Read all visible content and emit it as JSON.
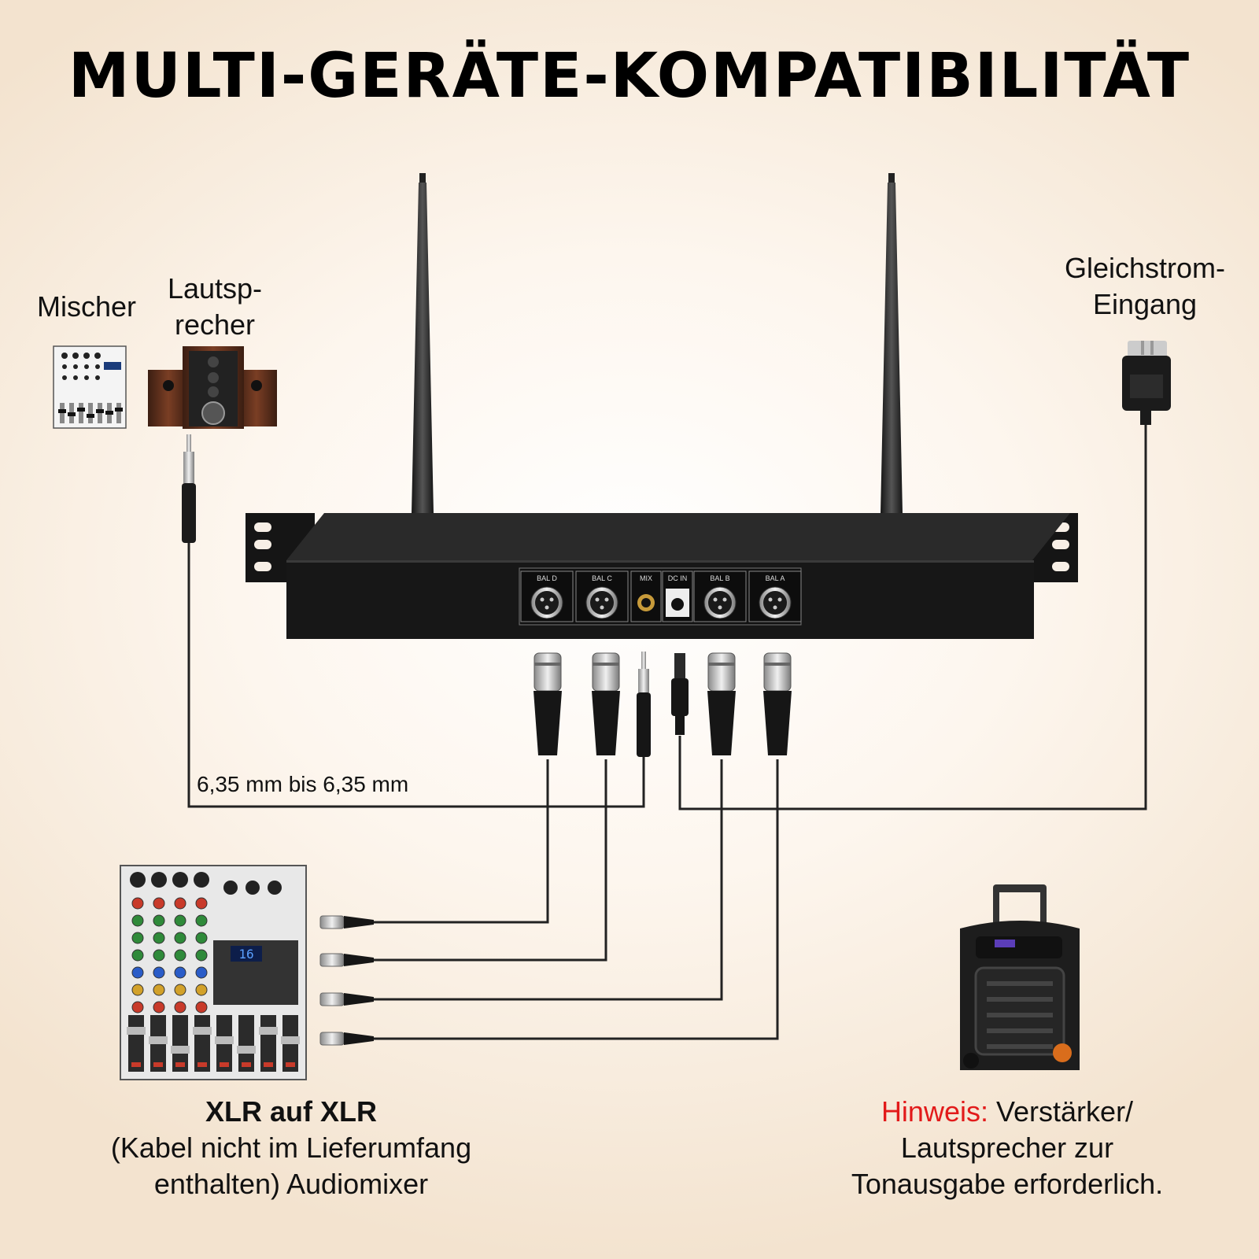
{
  "title": "MULTI-GERÄTE-KOMPATIBILITÄT",
  "labels": {
    "mischer": "Mischer",
    "lautsprecher_1": "Lautsp-",
    "lautsprecher_2": "recher",
    "dc_1": "Gleichstrom-",
    "dc_2": "Eingang",
    "cable_635": "6,35 mm bis 6,35 mm",
    "xlr_title": "XLR auf XLR",
    "xlr_line1": "(Kabel nicht im Lieferumfang",
    "xlr_line2": "enthalten) Audiomixer",
    "hint_prefix": "Hinweis:",
    "hint_line1": "Verstärker/",
    "hint_line2": "Lautsprecher zur",
    "hint_line3": "Tonausgabe erforderlich."
  },
  "receiver_ports": {
    "bal_d": "BAL D",
    "bal_c": "BAL C",
    "mix": "MIX",
    "dc_in": "DC IN",
    "bal_b": "BAL B",
    "bal_a": "BAL A"
  },
  "mixer_display": "16",
  "colors": {
    "accent_red": "#e21a1a",
    "device_black": "#1b1b1b",
    "cable": "#222222"
  }
}
